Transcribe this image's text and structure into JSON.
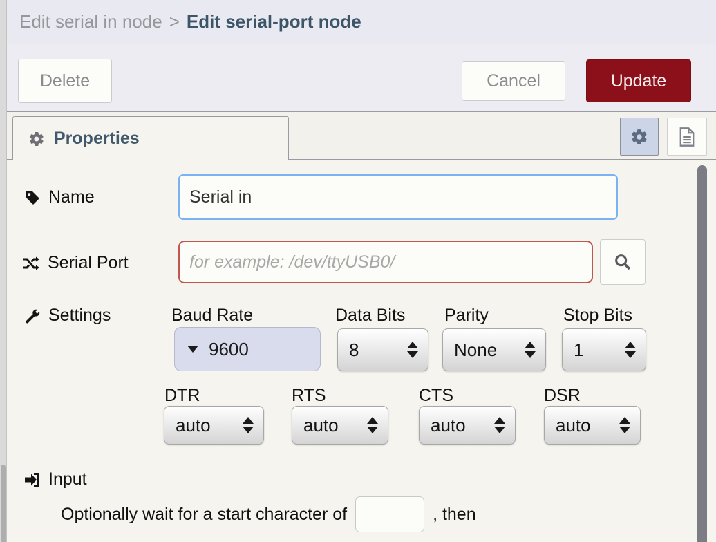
{
  "header": {
    "breadcrumb_parent": "Edit serial in node",
    "breadcrumb_separator": ">",
    "breadcrumb_current": "Edit serial-port node"
  },
  "toolbar": {
    "delete_label": "Delete",
    "cancel_label": "Cancel",
    "update_label": "Update"
  },
  "tabs": {
    "properties_label": "Properties"
  },
  "form": {
    "name": {
      "label": "Name",
      "value": "Serial in"
    },
    "serial_port": {
      "label": "Serial Port",
      "placeholder": "for example: /dev/ttyUSB0/"
    },
    "settings": {
      "label": "Settings",
      "baud_rate": {
        "label": "Baud Rate",
        "value": "9600"
      },
      "data_bits": {
        "label": "Data Bits",
        "value": "8"
      },
      "parity": {
        "label": "Parity",
        "value": "None"
      },
      "stop_bits": {
        "label": "Stop Bits",
        "value": "1"
      },
      "dtr": {
        "label": "DTR",
        "value": "auto"
      },
      "rts": {
        "label": "RTS",
        "value": "auto"
      },
      "cts": {
        "label": "CTS",
        "value": "auto"
      },
      "dsr": {
        "label": "DSR",
        "value": "auto"
      }
    },
    "input_section": {
      "label": "Input",
      "wait_text_before": "Optionally wait for a start character of",
      "start_char_value": "",
      "wait_text_after": ", then"
    }
  },
  "icons": {
    "properties_tab": "gear-icon",
    "name_field": "tag-icon",
    "serial_port_field": "shuffle-icon",
    "settings_field": "wrench-icon",
    "input_field": "sign-in-icon",
    "port_lookup": "magnifier-icon",
    "panel_settings": "gear-icon",
    "panel_docs": "document-icon"
  },
  "colors": {
    "primary_button": "#8c1019",
    "focus_border": "#7ab2f4",
    "error_border": "#c1564e",
    "header_bg": "#e9eaf1",
    "content_bg": "#f5f4ee",
    "baud_dropdown_bg": "#d8dcec",
    "scrollbar_thumb": "#7c7c84"
  }
}
